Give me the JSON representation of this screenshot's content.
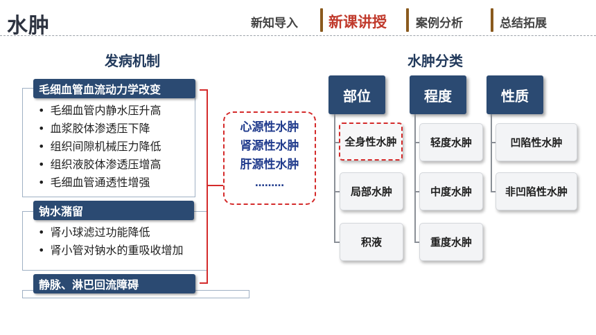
{
  "header": {
    "title": "水肿",
    "tabs": [
      {
        "label": "新知导入",
        "active": false
      },
      {
        "label": "新课讲授",
        "active": true
      },
      {
        "label": "案例分析",
        "active": false
      },
      {
        "label": "总结拓展",
        "active": false
      }
    ]
  },
  "left": {
    "section_title": "发病机制",
    "groups": [
      {
        "heading": "毛细血管血流动力学改变",
        "items": [
          "毛细血管内静水压升高",
          "血浆胶体渗透压下降",
          "组织间隙机械压力降低",
          "组织液胶体渗透压增高",
          "毛细血管通透性增强"
        ]
      },
      {
        "heading": "钠水潴留",
        "items": [
          "肾小球滤过功能降低",
          "肾小管对钠水的重吸收增加"
        ]
      },
      {
        "heading": "静脉、淋巴回流障碍",
        "items": []
      }
    ],
    "causes": [
      "心源性水肿",
      "肾源性水肿",
      "肝源性水肿",
      "………"
    ]
  },
  "right": {
    "section_title": "水肿分类",
    "categories": [
      {
        "heading": "部位",
        "items": [
          "全身性水肿",
          "局部水肿",
          "积液"
        ]
      },
      {
        "heading": "程度",
        "items": [
          "轻度水肿",
          "中度水肿",
          "重度水肿"
        ]
      },
      {
        "heading": "性质",
        "items": [
          "凹陷性水肿",
          "非凹陷性水肿"
        ]
      }
    ]
  },
  "colors": {
    "accent_red": "#d42a2a",
    "navy": "#2b4a72",
    "tab_active": "#c0392b",
    "tab_separator": "#8a5a1e"
  }
}
